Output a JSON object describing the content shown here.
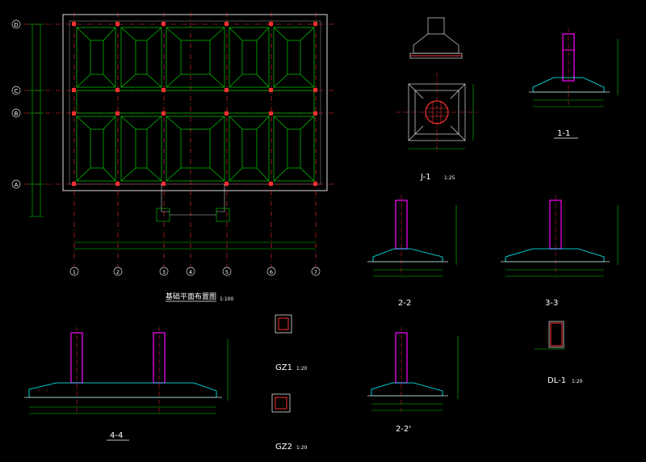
{
  "drawing": {
    "plan_title": "基础平面布置图",
    "plan_scale": "1:100",
    "grid_rows": [
      "D",
      "C",
      "B",
      "A"
    ],
    "grid_cols": [
      "1",
      "2",
      "3",
      "4",
      "5",
      "6",
      "7"
    ],
    "details": [
      {
        "id": "j1",
        "label": "J-1",
        "scale": "1:25"
      },
      {
        "id": "s11",
        "label": "1-1",
        "scale": ""
      },
      {
        "id": "s22",
        "label": "2-2",
        "scale": ""
      },
      {
        "id": "s33",
        "label": "3-3",
        "scale": ""
      },
      {
        "id": "s44",
        "label": "4-4",
        "scale": ""
      },
      {
        "id": "s22b",
        "label": "2-2'",
        "scale": ""
      },
      {
        "id": "gz1",
        "label": "GZ1",
        "scale": "1:20"
      },
      {
        "id": "gz2",
        "label": "GZ2",
        "scale": "1:20"
      },
      {
        "id": "dl1",
        "label": "DL-1",
        "scale": "1:20"
      }
    ]
  },
  "colors": {
    "background": "#000000",
    "wall": "#ffffff",
    "dimension": "#00ff00",
    "axis": "#ff2020",
    "column": "#ff00ff",
    "hatch": "#ff0000",
    "finish_line": "#00ffff",
    "text": "#ffffff"
  }
}
